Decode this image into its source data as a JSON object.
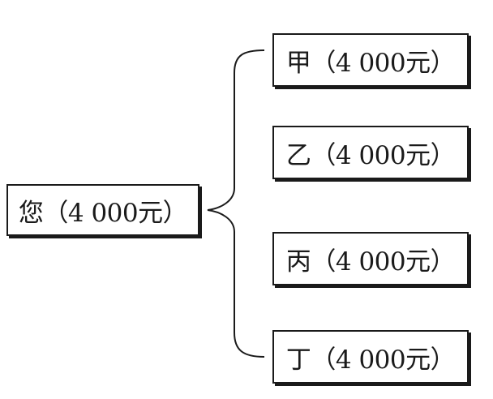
{
  "diagram": {
    "root": {
      "label": "您（4 000元）"
    },
    "children": [
      {
        "label": "甲（4 000元）"
      },
      {
        "label": "乙（4 000元）"
      },
      {
        "label": "丙（4 000元）"
      },
      {
        "label": "丁（4 000元）"
      }
    ]
  }
}
